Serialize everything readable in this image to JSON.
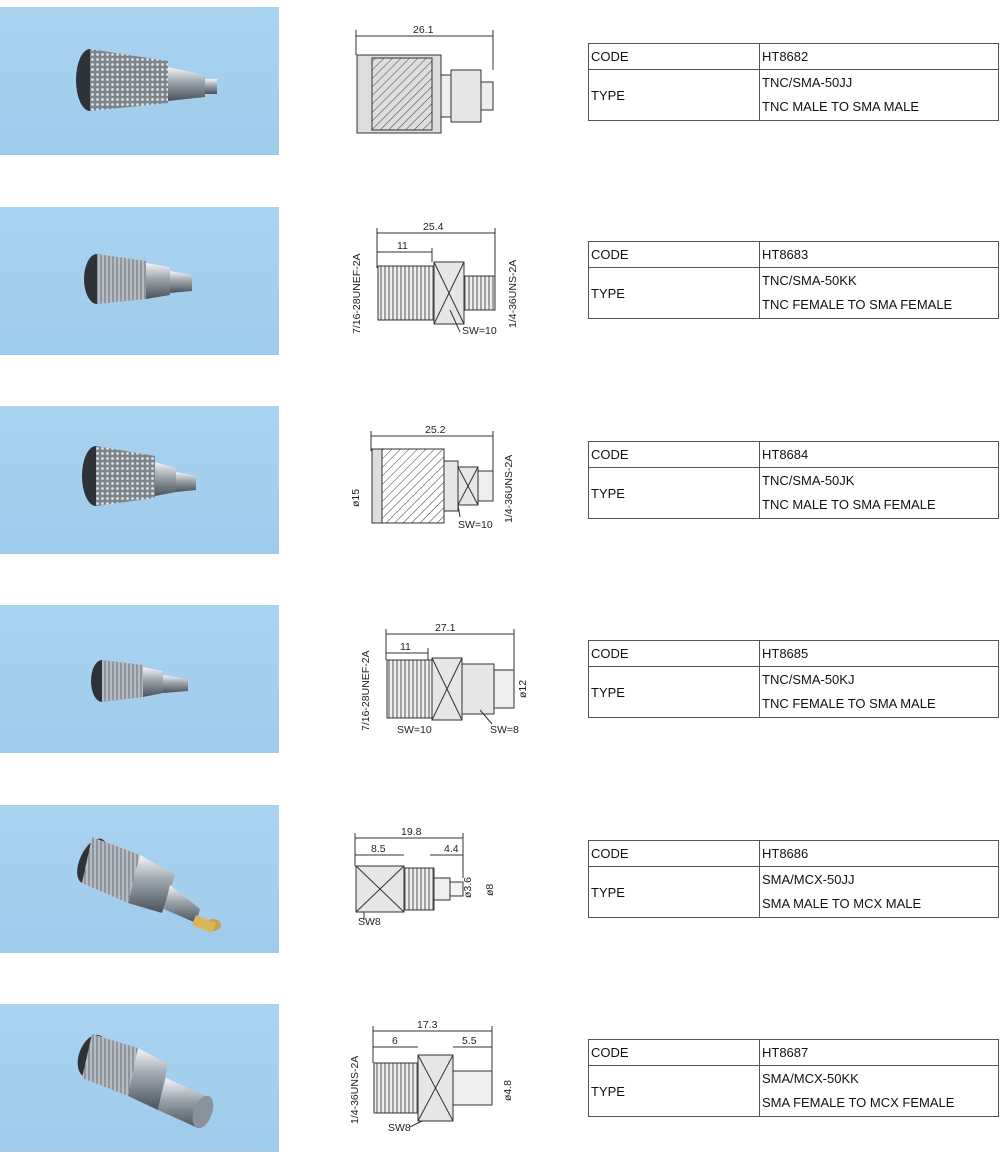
{
  "labels": {
    "code": "CODE",
    "type": "TYPE"
  },
  "products": [
    {
      "code": "HT8682",
      "model": "TNC/SMA-50JJ",
      "description": "TNC MALE TO SMA MALE",
      "dims": {
        "total": "26.1"
      }
    },
    {
      "code": "HT8683",
      "model": "TNC/SMA-50KK",
      "description": "TNC FEMALE TO SMA FEMALE",
      "dims": {
        "total": "25.4",
        "part": "11",
        "thread_left": "7/16-28UNEF-2A",
        "thread_right": "1/4-36UNS-2A",
        "wrench": "SW=10"
      }
    },
    {
      "code": "HT8684",
      "model": "TNC/SMA-50JK",
      "description": "TNC MALE TO SMA FEMALE",
      "dims": {
        "total": "25.2",
        "diameter": "ø15",
        "thread_right": "1/4-36UNS-2A",
        "wrench": "SW=10"
      }
    },
    {
      "code": "HT8685",
      "model": "TNC/SMA-50KJ",
      "description": "TNC FEMALE TO SMA MALE",
      "dims": {
        "total": "27.1",
        "part": "11",
        "thread_left": "7/16-28UNEF-2A",
        "diameter": "ø12",
        "wrench": "SW=10",
        "wrench2": "SW=8"
      }
    },
    {
      "code": "HT8686",
      "model": "SMA/MCX-50JJ",
      "description": "SMA MALE TO MCX MALE",
      "dims": {
        "total": "19.8",
        "part": "8.5",
        "part2": "4.4",
        "diameter": "ø8",
        "diameter2": "ø3.6",
        "wrench": "SW8"
      }
    },
    {
      "code": "HT8687",
      "model": "SMA/MCX-50KK",
      "description": "SMA FEMALE TO MCX FEMALE",
      "dims": {
        "total": "17.3",
        "part": "6",
        "part2": "5.5",
        "thread_left": "1/4-36UNS-2A",
        "diameter": "ø4.8",
        "wrench": "SW8"
      }
    }
  ]
}
